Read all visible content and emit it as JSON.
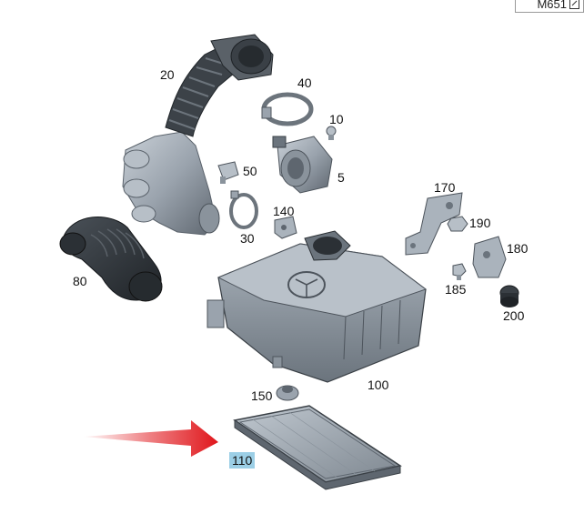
{
  "model_tag": "M651",
  "parts": [
    {
      "id": "p20",
      "label": "20"
    },
    {
      "id": "p40",
      "label": "40"
    },
    {
      "id": "p10",
      "label": "10"
    },
    {
      "id": "p50",
      "label": "50"
    },
    {
      "id": "p5",
      "label": "5"
    },
    {
      "id": "p170",
      "label": "170"
    },
    {
      "id": "p140",
      "label": "140"
    },
    {
      "id": "p30",
      "label": "30"
    },
    {
      "id": "p190",
      "label": "190"
    },
    {
      "id": "p180",
      "label": "180"
    },
    {
      "id": "p80",
      "label": "80"
    },
    {
      "id": "p185",
      "label": "185"
    },
    {
      "id": "p200",
      "label": "200"
    },
    {
      "id": "p100",
      "label": "100"
    },
    {
      "id": "p150",
      "label": "150"
    },
    {
      "id": "p110",
      "label": "110"
    }
  ],
  "highlighted_part": "110",
  "colors": {
    "part_fill": "#9aa3ad",
    "part_dark": "#4d545c",
    "part_light": "#c5ccd3",
    "hose_dark": "#2b3035",
    "highlight": "#9ccfe6",
    "arrow": "#e0161b"
  }
}
